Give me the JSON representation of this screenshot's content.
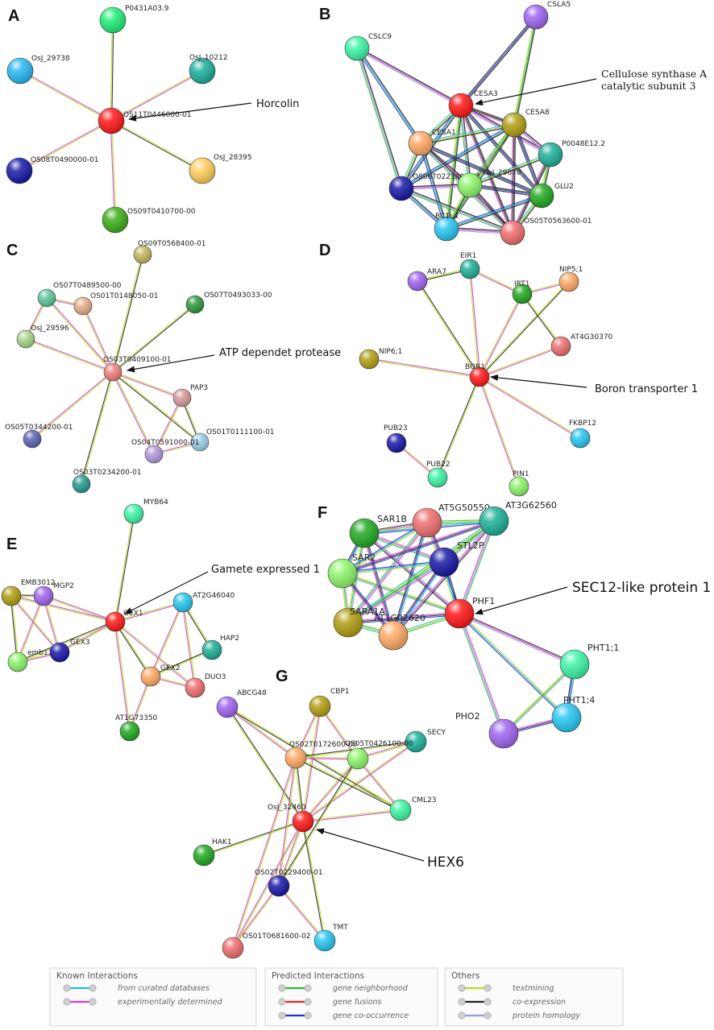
{
  "panels": [
    {
      "id": "A",
      "label": "A",
      "nodes": [
        {
          "id": "a0",
          "label": "OS11T0446000-01",
          "color": "#ff1a1a"
        },
        {
          "id": "a1",
          "label": "P0431A03.9",
          "color": "#22ee77"
        },
        {
          "id": "a2",
          "label": "OsJ_10212",
          "color": "#1fb09a"
        },
        {
          "id": "a3",
          "label": "OsJ_29738",
          "color": "#29b8f2"
        },
        {
          "id": "a4",
          "label": "OsJ_28395",
          "color": "#ffcf5e"
        },
        {
          "id": "a5",
          "label": "OS08T0490000-01",
          "color": "#1a1aa8"
        },
        {
          "id": "a6",
          "label": "OS09T0410700-00",
          "color": "#3fae1a"
        }
      ],
      "edges": [
        [
          "a0",
          "a1"
        ],
        [
          "a0",
          "a2"
        ],
        [
          "a0",
          "a3"
        ],
        [
          "a0",
          "a4"
        ],
        [
          "a0",
          "a5"
        ],
        [
          "a0",
          "a6"
        ]
      ],
      "annotation": "Horcolin"
    },
    {
      "id": "B",
      "label": "B",
      "nodes": [
        {
          "id": "b0",
          "label": "CESA3",
          "color": "#ff1a1a"
        },
        {
          "id": "b1",
          "label": "CSLA5",
          "color": "#a066f0"
        },
        {
          "id": "b2",
          "label": "CSLC9",
          "color": "#3ef5a6"
        },
        {
          "id": "b3",
          "label": "CESA8",
          "color": "#b3a014"
        },
        {
          "id": "b4",
          "label": "CESA1",
          "color": "#ffaa66"
        },
        {
          "id": "b5",
          "label": "P0048E12.2",
          "color": "#1fb09a"
        },
        {
          "id": "b6",
          "label": "OS06T0223800-01",
          "color": "#1a1aa8"
        },
        {
          "id": "b7",
          "label": "OsJ_29870",
          "color": "#8ef56b"
        },
        {
          "id": "b8",
          "label": "GLU2",
          "color": "#22aa22"
        },
        {
          "id": "b9",
          "label": "BC1L4",
          "color": "#29c8f2"
        },
        {
          "id": "b10",
          "label": "OS05T0563600-01",
          "color": "#f07070"
        }
      ],
      "edges": [
        [
          "b2",
          "b0"
        ],
        [
          "b2",
          "b4"
        ],
        [
          "b2",
          "b6"
        ],
        [
          "b1",
          "b0"
        ],
        [
          "b1",
          "b3"
        ],
        [
          "b0",
          "b3"
        ],
        [
          "b0",
          "b4"
        ],
        [
          "b0",
          "b5"
        ],
        [
          "b0",
          "b6"
        ],
        [
          "b0",
          "b7"
        ],
        [
          "b0",
          "b8"
        ],
        [
          "b0",
          "b9"
        ],
        [
          "b0",
          "b10"
        ],
        [
          "b3",
          "b4"
        ],
        [
          "b3",
          "b5"
        ],
        [
          "b3",
          "b6"
        ],
        [
          "b3",
          "b7"
        ],
        [
          "b3",
          "b8"
        ],
        [
          "b3",
          "b9"
        ],
        [
          "b3",
          "b10"
        ],
        [
          "b4",
          "b6"
        ],
        [
          "b4",
          "b7"
        ],
        [
          "b4",
          "b9"
        ],
        [
          "b4",
          "b10"
        ],
        [
          "b4",
          "b8"
        ],
        [
          "b5",
          "b8"
        ],
        [
          "b5",
          "b10"
        ],
        [
          "b5",
          "b7"
        ],
        [
          "b6",
          "b7"
        ],
        [
          "b6",
          "b9"
        ],
        [
          "b6",
          "b10"
        ],
        [
          "b7",
          "b8"
        ],
        [
          "b7",
          "b9"
        ],
        [
          "b7",
          "b10"
        ],
        [
          "b8",
          "b10"
        ],
        [
          "b9",
          "b10"
        ],
        [
          "b8",
          "b9"
        ]
      ],
      "annotation_lines": [
        "Cellulose synthase A",
        "catalytic subunit 3"
      ]
    },
    {
      "id": "C",
      "label": "C",
      "nodes": [
        {
          "id": "c0",
          "label": "OS03T0409100-01",
          "color": "#f08080"
        },
        {
          "id": "c1",
          "label": "OS09T0568400-01",
          "color": "#c2b861"
        },
        {
          "id": "c2",
          "label": "OS07T0489500-00",
          "color": "#5fc79a"
        },
        {
          "id": "c3",
          "label": "OS01T0148050-01",
          "color": "#e6b08a"
        },
        {
          "id": "c4",
          "label": "OS07T0493033-00",
          "color": "#2f9a3f"
        },
        {
          "id": "c5",
          "label": "OsJ_29596",
          "color": "#a8d68a"
        },
        {
          "id": "c6",
          "label": "PAP3",
          "color": "#d89a9a"
        },
        {
          "id": "c7",
          "label": "OS01T0111100-01",
          "color": "#9ad0e6"
        },
        {
          "id": "c8",
          "label": "OS04T0591000-01",
          "color": "#b39ae0"
        },
        {
          "id": "c9",
          "label": "OS05T0344200-01",
          "color": "#5a66b0"
        },
        {
          "id": "c10",
          "label": "OS03T0234200-01",
          "color": "#2a9a92"
        }
      ],
      "edges": [
        [
          "c0",
          "c1"
        ],
        [
          "c0",
          "c2"
        ],
        [
          "c0",
          "c3"
        ],
        [
          "c0",
          "c4"
        ],
        [
          "c0",
          "c5"
        ],
        [
          "c0",
          "c6"
        ],
        [
          "c0",
          "c7"
        ],
        [
          "c0",
          "c8"
        ],
        [
          "c0",
          "c9"
        ],
        [
          "c0",
          "c10"
        ],
        [
          "c2",
          "c3"
        ],
        [
          "c2",
          "c5"
        ],
        [
          "c6",
          "c7"
        ],
        [
          "c6",
          "c8"
        ],
        [
          "c7",
          "c8"
        ]
      ],
      "annotation": "ATP dependet protease"
    },
    {
      "id": "D",
      "label": "D",
      "nodes": [
        {
          "id": "d0",
          "label": "BOR1",
          "color": "#ff1a1a"
        },
        {
          "id": "d1",
          "label": "ARA7",
          "color": "#a066f0"
        },
        {
          "id": "d2",
          "label": "EIR1",
          "color": "#1fb09a"
        },
        {
          "id": "d3",
          "label": "IRT1",
          "color": "#22aa22"
        },
        {
          "id": "d4",
          "label": "NIP5;1",
          "color": "#ffaa66"
        },
        {
          "id": "d5",
          "label": "AT4G30370",
          "color": "#f07070"
        },
        {
          "id": "d6",
          "label": "NIP6;1",
          "color": "#b3a014"
        },
        {
          "id": "d7",
          "label": "PUB23",
          "color": "#1a1aa8"
        },
        {
          "id": "d8",
          "label": "PUB22",
          "color": "#3ef5a6"
        },
        {
          "id": "d9",
          "label": "PIN1",
          "color": "#8ef56b"
        },
        {
          "id": "d10",
          "label": "FKBP12",
          "color": "#29c8f2"
        }
      ],
      "edges": [
        [
          "d0",
          "d1"
        ],
        [
          "d0",
          "d2"
        ],
        [
          "d0",
          "d3"
        ],
        [
          "d0",
          "d4"
        ],
        [
          "d0",
          "d5"
        ],
        [
          "d0",
          "d6"
        ],
        [
          "d0",
          "d8"
        ],
        [
          "d0",
          "d9"
        ],
        [
          "d0",
          "d10"
        ],
        [
          "d1",
          "d2"
        ],
        [
          "d2",
          "d3"
        ],
        [
          "d3",
          "d4"
        ],
        [
          "d3",
          "d5"
        ],
        [
          "d7",
          "d8"
        ]
      ],
      "annotation": "Boron transporter 1"
    },
    {
      "id": "E",
      "label": "E",
      "nodes": [
        {
          "id": "e0",
          "label": "GEX1",
          "color": "#ff1a1a"
        },
        {
          "id": "e1",
          "label": "MYB64",
          "color": "#3ef5a6"
        },
        {
          "id": "e2",
          "label": "MGP2",
          "color": "#a066f0"
        },
        {
          "id": "e3",
          "label": "EMB3012",
          "color": "#b3a014"
        },
        {
          "id": "e4",
          "label": "emb1381",
          "color": "#8ef56b"
        },
        {
          "id": "e5",
          "label": "GEX3",
          "color": "#1a1aa8"
        },
        {
          "id": "e6",
          "label": "AT2G46040",
          "color": "#29c8f2"
        },
        {
          "id": "e7",
          "label": "HAP2",
          "color": "#1fb09a"
        },
        {
          "id": "e8",
          "label": "GEX2",
          "color": "#ffaa66"
        },
        {
          "id": "e9",
          "label": "DUO3",
          "color": "#f07070"
        },
        {
          "id": "e10",
          "label": "AT1G73350",
          "color": "#22aa22"
        }
      ],
      "edges": [
        [
          "e0",
          "e1"
        ],
        [
          "e0",
          "e2"
        ],
        [
          "e0",
          "e3"
        ],
        [
          "e0",
          "e4"
        ],
        [
          "e0",
          "e5"
        ],
        [
          "e0",
          "e6"
        ],
        [
          "e0",
          "e8"
        ],
        [
          "e0",
          "e9"
        ],
        [
          "e0",
          "e10"
        ],
        [
          "e2",
          "e3"
        ],
        [
          "e2",
          "e4"
        ],
        [
          "e2",
          "e5"
        ],
        [
          "e3",
          "e4"
        ],
        [
          "e3",
          "e5"
        ],
        [
          "e4",
          "e5"
        ],
        [
          "e6",
          "e7"
        ],
        [
          "e6",
          "e8"
        ],
        [
          "e6",
          "e9"
        ],
        [
          "e7",
          "e8"
        ],
        [
          "e8",
          "e9"
        ],
        [
          "e8",
          "e10"
        ]
      ],
      "annotation": "Gamete expressed 1"
    },
    {
      "id": "F",
      "label": "F",
      "nodes": [
        {
          "id": "f0",
          "label": "PHF1",
          "color": "#ff1a1a"
        },
        {
          "id": "f1",
          "label": "SAR1B",
          "color": "#22aa22"
        },
        {
          "id": "f2",
          "label": "AT5G50550",
          "color": "#f07070"
        },
        {
          "id": "f3",
          "label": "AT3G62560",
          "color": "#1fb09a"
        },
        {
          "id": "f4",
          "label": "STL2P",
          "color": "#1a1aa8"
        },
        {
          "id": "f5",
          "label": "SAR2",
          "color": "#8ef56b"
        },
        {
          "id": "f6",
          "label": "SARA1A",
          "color": "#b3a014"
        },
        {
          "id": "f7",
          "label": "AT1G02620",
          "color": "#ffaa66"
        },
        {
          "id": "f8",
          "label": "PHT1;1",
          "color": "#3ef5a6"
        },
        {
          "id": "f9",
          "label": "PHT1;4",
          "color": "#29c8f2"
        },
        {
          "id": "f10",
          "label": "PHO2",
          "color": "#a066f0"
        }
      ],
      "edges": [
        [
          "f0",
          "f1"
        ],
        [
          "f0",
          "f2"
        ],
        [
          "f0",
          "f3"
        ],
        [
          "f0",
          "f4"
        ],
        [
          "f0",
          "f5"
        ],
        [
          "f0",
          "f6"
        ],
        [
          "f0",
          "f7"
        ],
        [
          "f1",
          "f2"
        ],
        [
          "f1",
          "f3"
        ],
        [
          "f1",
          "f4"
        ],
        [
          "f1",
          "f5"
        ],
        [
          "f1",
          "f6"
        ],
        [
          "f1",
          "f7"
        ],
        [
          "f2",
          "f3"
        ],
        [
          "f2",
          "f4"
        ],
        [
          "f2",
          "f5"
        ],
        [
          "f2",
          "f6"
        ],
        [
          "f2",
          "f7"
        ],
        [
          "f3",
          "f4"
        ],
        [
          "f3",
          "f5"
        ],
        [
          "f3",
          "f6"
        ],
        [
          "f3",
          "f7"
        ],
        [
          "f4",
          "f5"
        ],
        [
          "f4",
          "f6"
        ],
        [
          "f4",
          "f7"
        ],
        [
          "f5",
          "f6"
        ],
        [
          "f5",
          "f7"
        ],
        [
          "f6",
          "f7"
        ],
        [
          "f0",
          "f8"
        ],
        [
          "f0",
          "f9"
        ],
        [
          "f0",
          "f10"
        ],
        [
          "f8",
          "f9"
        ],
        [
          "f8",
          "f10"
        ],
        [
          "f9",
          "f10"
        ]
      ],
      "annotation": "SEC12-like protein 1"
    },
    {
      "id": "G",
      "label": "G",
      "nodes": [
        {
          "id": "g0",
          "label": "OsJ_32460",
          "color": "#ff1a1a"
        },
        {
          "id": "g1",
          "label": "ABCG48",
          "color": "#a066f0"
        },
        {
          "id": "g2",
          "label": "CBP1",
          "color": "#b3a014"
        },
        {
          "id": "g3",
          "label": "SECY",
          "color": "#1fb09a"
        },
        {
          "id": "g4",
          "label": "OS02T0172600-00",
          "color": "#ffaa66"
        },
        {
          "id": "g5",
          "label": "OS05T0426100-00",
          "color": "#8ef56b"
        },
        {
          "id": "g6",
          "label": "CML23",
          "color": "#3ef5a6"
        },
        {
          "id": "g7",
          "label": "HAK1",
          "color": "#22aa22"
        },
        {
          "id": "g8",
          "label": "OS02T0229400-01",
          "color": "#1a1aa8"
        },
        {
          "id": "g9",
          "label": "OS01T0681600-02",
          "color": "#f07070"
        },
        {
          "id": "g10",
          "label": "TMT",
          "color": "#29c8f2"
        }
      ],
      "edges": [
        [
          "g0",
          "g1"
        ],
        [
          "g0",
          "g2"
        ],
        [
          "g0",
          "g3"
        ],
        [
          "g0",
          "g4"
        ],
        [
          "g0",
          "g5"
        ],
        [
          "g0",
          "g6"
        ],
        [
          "g0",
          "g7"
        ],
        [
          "g0",
          "g8"
        ],
        [
          "g1",
          "g4"
        ],
        [
          "g1",
          "g6"
        ],
        [
          "g2",
          "g4"
        ],
        [
          "g2",
          "g5"
        ],
        [
          "g3",
          "g4"
        ],
        [
          "g3",
          "g5"
        ],
        [
          "g4",
          "g5"
        ],
        [
          "g4",
          "g6"
        ],
        [
          "g5",
          "g6"
        ],
        [
          "g4",
          "g8"
        ],
        [
          "g5",
          "g8"
        ],
        [
          "g8",
          "g9"
        ],
        [
          "g8",
          "g10"
        ],
        [
          "g0",
          "g10"
        ],
        [
          "g0",
          "g9"
        ],
        [
          "g4",
          "g9"
        ]
      ],
      "annotation": "HEX6"
    }
  ],
  "legend": {
    "groups": [
      {
        "title": "Known Interactions",
        "items": [
          {
            "label": "from curated databases",
            "color": "#22b8d8"
          },
          {
            "label": "experimentally determined",
            "color": "#d43bd4"
          }
        ]
      },
      {
        "title": "Predicted Interactions",
        "items": [
          {
            "label": "gene neighborhood",
            "color": "#22bb33"
          },
          {
            "label": "gene fusions",
            "color": "#ee2222"
          },
          {
            "label": "gene co-occurrence",
            "color": "#2233cc"
          }
        ]
      },
      {
        "title": "Others",
        "items": [
          {
            "label": "textmining",
            "color": "#b6dd22"
          },
          {
            "label": "co-expression",
            "color": "#222222"
          },
          {
            "label": "protein homology",
            "color": "#9999dd"
          }
        ]
      }
    ]
  }
}
